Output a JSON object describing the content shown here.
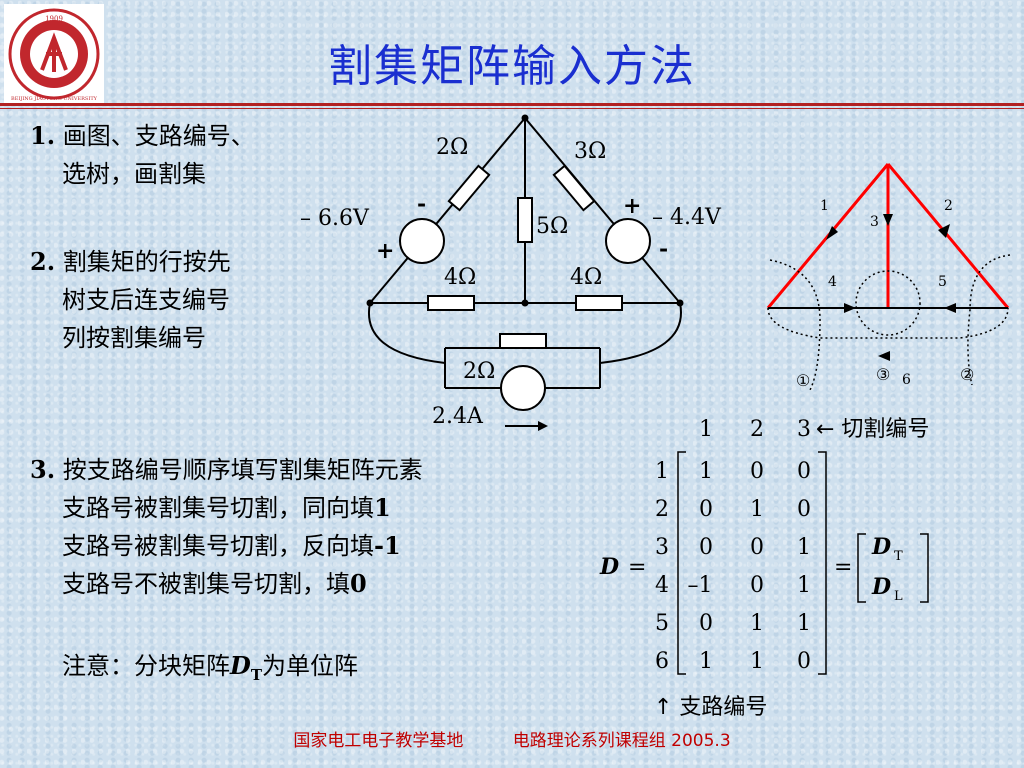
{
  "logo": {
    "year": "1909",
    "name": "BEIJING JIAOTONG UNIVERSITY"
  },
  "title": "割集矩阵输入方法",
  "steps": [
    {
      "num": "1.",
      "line1": "画图、支路编号、",
      "line2": "选树，画割集"
    },
    {
      "num": "2.",
      "line1": "割集矩的行按先",
      "line2": "树支后连支编号",
      "line3": "列按割集编号"
    },
    {
      "num": "3.",
      "line1": "按支路编号顺序填写割集矩阵元素",
      "rule_same": "支路号被割集号切割，同向填",
      "val_same": "1",
      "rule_reverse": "支路号被割集号切割，反向填",
      "val_reverse": "-1",
      "rule_none": "支路号不被割集号切割，填",
      "val_none": "0"
    }
  ],
  "note": {
    "prefix": "注意：分块矩阵",
    "sym": "D",
    "sub": "T",
    "suffix": "为单位阵"
  },
  "circuit": {
    "r_top_left": "2Ω",
    "r_top_right": "3Ω",
    "r_mid": "5Ω",
    "r_bot_left": "4Ω",
    "r_bot_right": "4Ω",
    "r_bottom": "2Ω",
    "v_left": "– 6.6V",
    "v_right": "– 4.4V",
    "plus": "+",
    "minus": "-",
    "current": "2.4A"
  },
  "graph": {
    "branches": [
      "1",
      "2",
      "3",
      "4",
      "5",
      "6"
    ],
    "cutsets": [
      "①",
      "②",
      "③"
    ]
  },
  "matrix": {
    "col_headers": [
      "1",
      "2",
      "3"
    ],
    "col_caption": "← 切割编号",
    "row_caption": "↑ 支路编号",
    "row_headers": [
      "1",
      "2",
      "3",
      "4",
      "5",
      "6"
    ],
    "rows": [
      [
        "1",
        "0",
        "0"
      ],
      [
        "0",
        "1",
        "0"
      ],
      [
        "0",
        "0",
        "1"
      ],
      [
        "–1",
        "0",
        "1"
      ],
      [
        "0",
        "1",
        "1"
      ],
      [
        "1",
        "1",
        "0"
      ]
    ],
    "label": "D",
    "equals": "=",
    "equals2": "=",
    "block_top": "D",
    "block_top_sub": "T",
    "block_bot": "D",
    "block_bot_sub": "L"
  },
  "footer": {
    "left": "国家电工电子教学基地",
    "right": "电路理论系列课程组  2005.3"
  }
}
